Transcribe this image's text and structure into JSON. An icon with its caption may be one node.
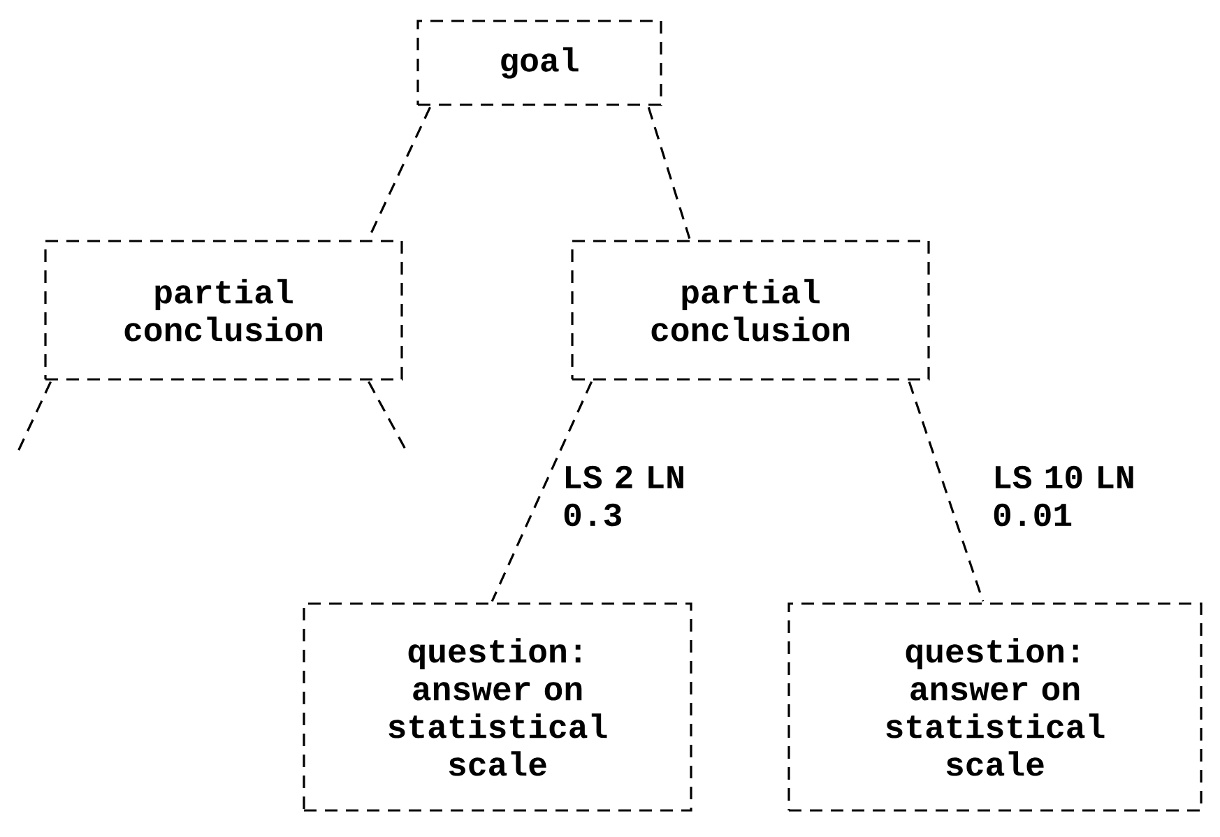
{
  "diagram": {
    "nodes": [
      {
        "text": [
          "goal"
        ]
      },
      {
        "text": [
          "partial conclusion"
        ]
      },
      {
        "text": [
          "partial conclusion"
        ]
      },
      {
        "text": [
          "question: answer on statistical scale"
        ]
      },
      {
        "text": [
          "question: answer on statistical scale"
        ]
      }
    ],
    "edges": [
      {
        "from": 0,
        "to": 1,
        "arrow": "none"
      },
      {
        "from": 0,
        "to": 2,
        "arrow": "none"
      },
      {
        "from": 1,
        "to": null,
        "arrow": "none"
      },
      {
        "from": 1,
        "to": null,
        "arrow": "none"
      },
      {
        "from": 2,
        "to": 3,
        "arrow": "none",
        "label": "LS 2 LN 0.3"
      },
      {
        "from": 2,
        "to": 4,
        "arrow": "none",
        "label": "LS 10 LN 0.01"
      }
    ]
  }
}
